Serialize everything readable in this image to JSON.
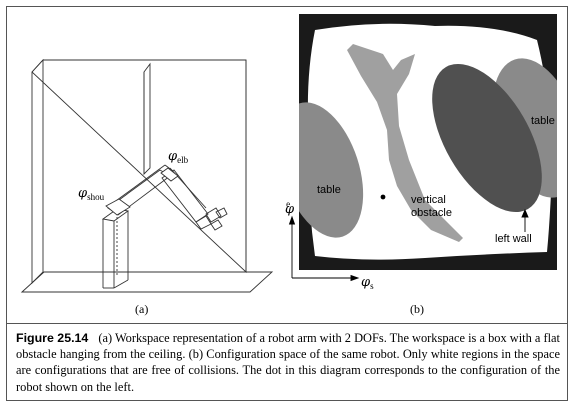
{
  "panel_a": {
    "phi_elbow_symbol": "φ",
    "phi_elbow_sub": "elb",
    "phi_shoulder_symbol": "φ",
    "phi_shoulder_sub": "shou",
    "sub_label": "(a)"
  },
  "panel_b": {
    "label_table_left": "table",
    "label_table_right": "table",
    "label_vertical_1": "vertical",
    "label_vertical_2": "obstacle",
    "label_left_wall": "left wall",
    "axis_e_symbol": "φ",
    "axis_e_sub": "e",
    "axis_s_symbol": "φ",
    "axis_s_sub": "s",
    "sub_label": "(b)"
  },
  "caption": {
    "label": "Figure 25.14",
    "text": "(a) Workspace representation of a robot arm with 2 DOFs. The workspace is a box with a flat obstacle hanging from the ceiling. (b) Configuration space of the same robot. Only white regions in the space are configurations that are free of collisions. The dot in this diagram corresponds to the configuration of the robot shown on the left."
  },
  "colors": {
    "obstacle_black": "#1a1a1a",
    "table_gray": "#8a8a8a",
    "wall_dark_gray": "#505050",
    "vertical_obstacle_gray": "#a0a0a0"
  }
}
